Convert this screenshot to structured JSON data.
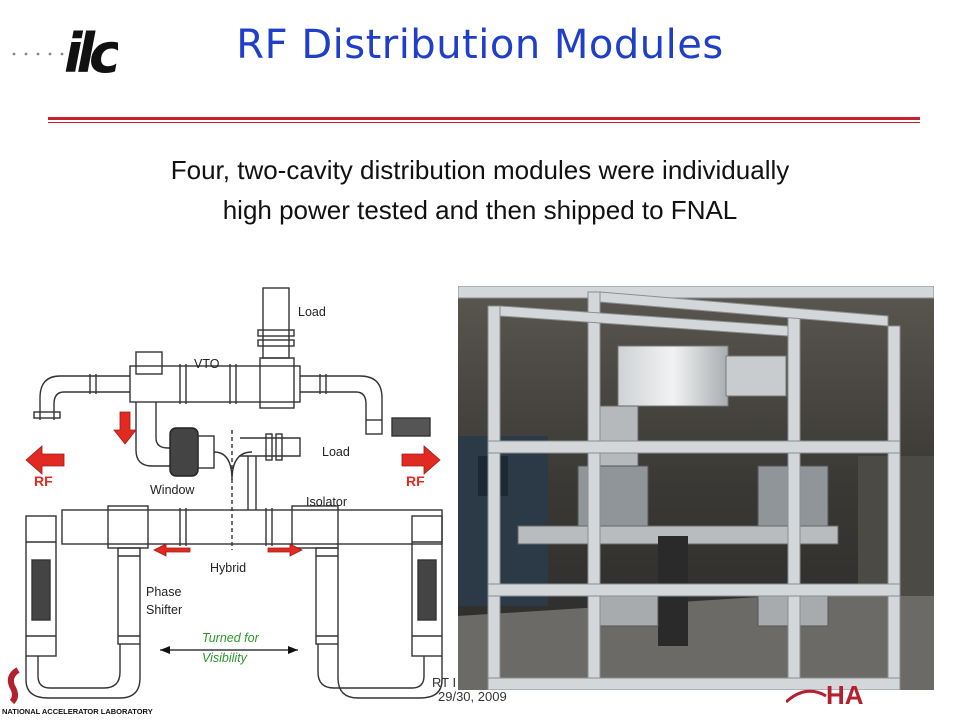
{
  "slide": {
    "title": "RF Distribution Modules",
    "subtitle_line1": "Four, two-cavity distribution modules were individually",
    "subtitle_line2": "high power tested and then shipped to FNAL"
  },
  "logo": {
    "text": "ilc",
    "icon": "ilc-logo-icon"
  },
  "diagram": {
    "labels": {
      "load_top": "Load",
      "vto": "VTO",
      "load_mid": "Load",
      "window": "Window",
      "isolator": "Isolator",
      "hybrid": "Hybrid",
      "phase": "Phase",
      "shifter": "Shifter",
      "rf_left": "RF",
      "rf_right": "RF",
      "turned_for": "Turned for",
      "visibility": "Visibility"
    },
    "colors": {
      "arrow": "#e12b22",
      "note": "#2b9a2b",
      "line": "#333333"
    }
  },
  "footer": {
    "fragment": "RT I",
    "date": "29/30, 2009",
    "left_logo_text": "NATIONAL ACCELERATOR LABORATORY",
    "right_logo_text": "HA"
  },
  "colors": {
    "title": "#1f3ec9",
    "rule": "#c8202f"
  }
}
